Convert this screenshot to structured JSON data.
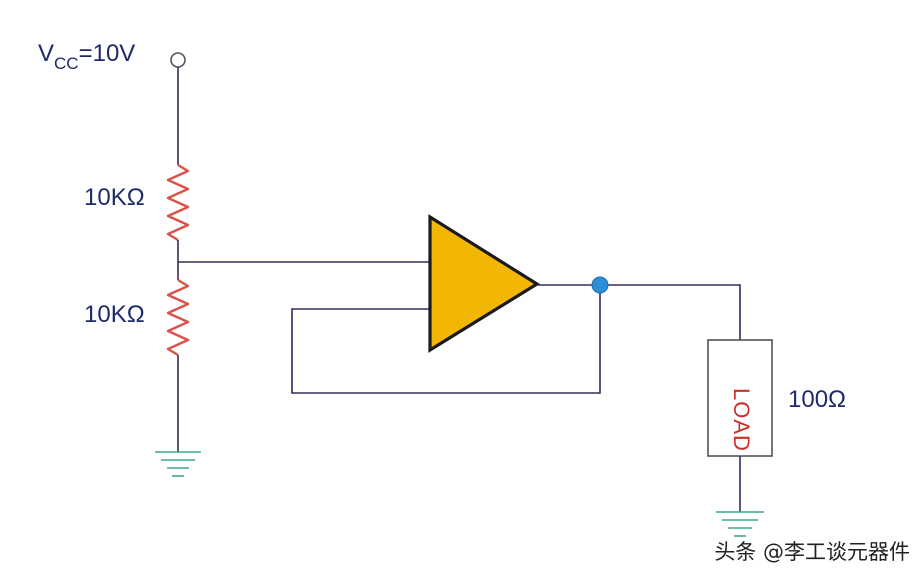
{
  "labels": {
    "vcc_v": "V",
    "vcc_sub": "CC",
    "vcc_value": "=10V",
    "r1": "10KΩ",
    "r2": "10KΩ",
    "load_text": "LOAD",
    "load_value": "100Ω",
    "watermark": "头条 @李工谈元器件"
  },
  "colors": {
    "wire": "#3a2a5a",
    "resistor": "#d9534a",
    "buffer_fill": "#f2b705",
    "buffer_stroke": "#1a1a1a",
    "junction": "#2a8fd6",
    "ground": "#3aa88a",
    "label": "#1f2a6b",
    "load_text": "#c8302c"
  }
}
